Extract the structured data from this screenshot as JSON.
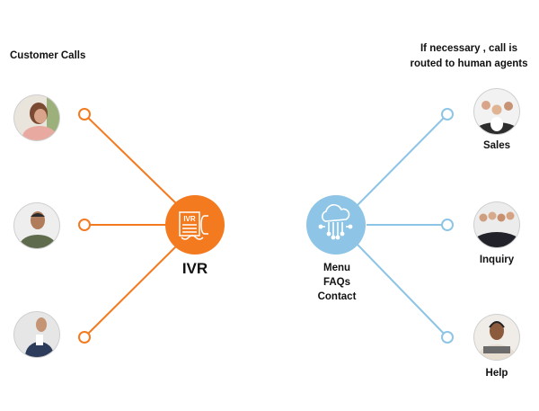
{
  "left_heading": "Customer Calls",
  "right_heading": [
    "If necessary , call is",
    "routed to human agents"
  ],
  "ivr_label": "IVR",
  "ivr_icon_text": "IVR",
  "menu_items": [
    "Menu",
    "FAQs",
    "Contact"
  ],
  "agents": [
    "Sales",
    "Inquiry",
    "Help"
  ],
  "colors": {
    "orange": "#F47A20",
    "blue": "#8EC5E6",
    "text": "#111111"
  },
  "icons": [
    "person-on-phone-photo",
    "ivr-phone-icon",
    "cloud-network-icon",
    "team-photo",
    "headset-agent-photo"
  ]
}
